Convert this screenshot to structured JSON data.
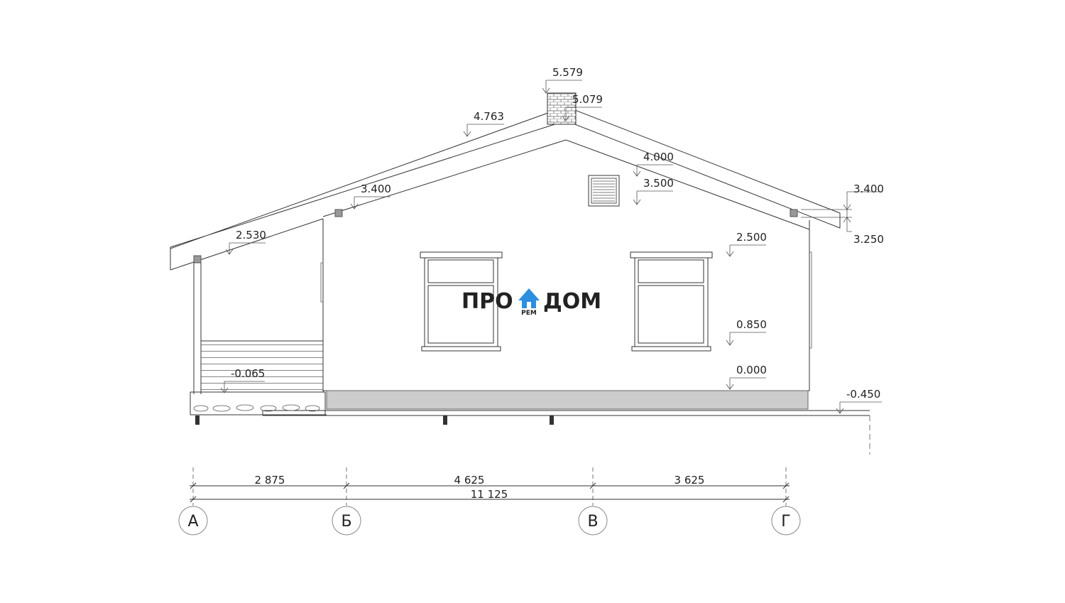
{
  "logo": {
    "left": "ПРО",
    "right": "ДОМ",
    "sub": "РЕМ",
    "icon": "house-icon",
    "accent": "#2b8fe0"
  },
  "levels": {
    "chimney_top": "5.579",
    "chimney_base": "5.079",
    "ridge": "4.763",
    "gable_inner": "4.000",
    "vent": "3.500",
    "eave_left": "3.400",
    "eave_right": "3.400",
    "wall_top_right": "3.250",
    "porch_roof": "2.530",
    "window_top": "2.500",
    "window_bottom": "0.850",
    "floor": "0.000",
    "porch_floor": "-0.065",
    "ground": "-0.450"
  },
  "dimensions": {
    "seg1": "2 875",
    "seg2": "4 625",
    "seg3": "3 625",
    "total": "11 125"
  },
  "axes": [
    "А",
    "Б",
    "В",
    "Г"
  ]
}
